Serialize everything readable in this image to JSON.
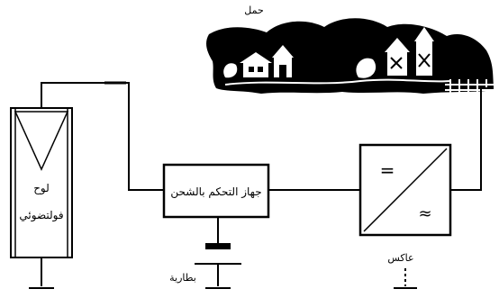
{
  "labels": {
    "load": "حمل",
    "panel_line1": "لوح",
    "panel_line2": "فولتضوئي",
    "controller": "جهاز التحكم بالشحن",
    "battery": "بطارية",
    "inverter": "عاكس",
    "dc_symbol": "=",
    "ac_symbol": "≈"
  },
  "colors": {
    "ink": "#000000",
    "paper": "#ffffff"
  }
}
